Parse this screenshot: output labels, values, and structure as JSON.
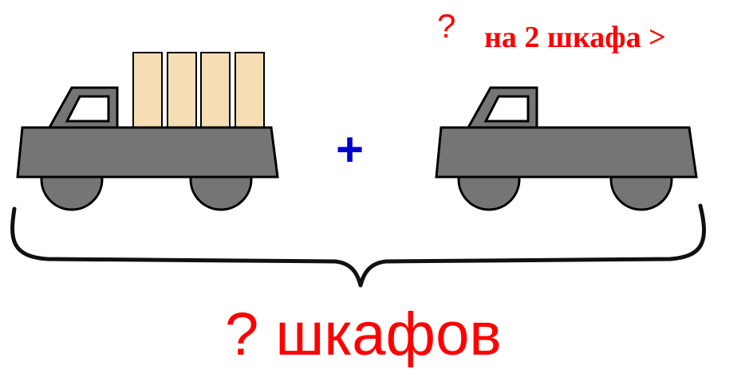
{
  "colors": {
    "truck_body": "#757575",
    "outline": "#000000",
    "cabinet_fill": "#f5deb3",
    "red_text": "#ff0000",
    "plus_blue": "#0000cc",
    "brace": "#111111"
  },
  "labels": {
    "question_top": "?",
    "compare_note": "на 2 шкафа >",
    "plus_sign": "+",
    "total_question": "? шкафов"
  },
  "trucks": [
    {
      "name": "first-truck",
      "cabinets": 4
    },
    {
      "name": "second-truck",
      "cabinets": 0
    }
  ]
}
